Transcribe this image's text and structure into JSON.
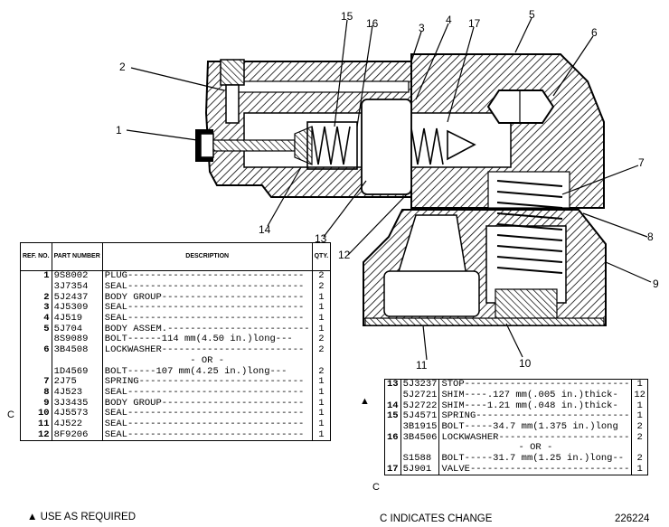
{
  "callouts": [
    "1",
    "2",
    "3",
    "4",
    "5",
    "6",
    "7",
    "8",
    "9",
    "10",
    "11",
    "12",
    "13",
    "14",
    "15",
    "16",
    "17"
  ],
  "left_table": {
    "headers": {
      "ref": "REF. NO.",
      "part": "PART NUMBER",
      "desc": "DESCRIPTION",
      "qty": "QTY."
    },
    "rows": [
      {
        "ref": "1",
        "part": "9S8002",
        "desc": "PLUG-------------------------------",
        "qty": "2"
      },
      {
        "ref": "",
        "part": "3J7354",
        "desc": "SEAL-------------------------------",
        "qty": "2"
      },
      {
        "ref": "2",
        "part": "5J2437",
        "desc": "BODY GROUP-------------------------",
        "qty": "1"
      },
      {
        "ref": "3",
        "part": "4J5309",
        "desc": "SEAL-------------------------------",
        "qty": "1"
      },
      {
        "ref": "4",
        "part": "4J519",
        "desc": "SEAL-------------------------------",
        "qty": "1"
      },
      {
        "ref": "5",
        "part": "5J704",
        "desc": "BODY ASSEM.-------------------------",
        "qty": "1"
      },
      {
        "ref": "",
        "part": "8S9089",
        "desc": "BOLT------114 mm(4.50 in.)long---",
        "qty": "2"
      },
      {
        "ref": "6",
        "part": "3B4508",
        "desc": "LOCKWASHER-------------------------",
        "qty": "2"
      },
      {
        "ref": "",
        "part": "",
        "desc": "- OR -",
        "qty": ""
      },
      {
        "ref": "",
        "part": "1D4569",
        "desc": "BOLT-----107 mm(4.25 in.)long---",
        "qty": "2"
      },
      {
        "ref": "7",
        "part": "2J75",
        "desc": "SPRING-----------------------------",
        "qty": "1"
      },
      {
        "ref": "8",
        "part": "4J523",
        "desc": "SEAL-------------------------------",
        "qty": "1"
      },
      {
        "ref": "9",
        "part": "3J3435",
        "desc": "BODY GROUP-------------------------",
        "qty": "1"
      },
      {
        "ref": "10",
        "part": "4J5573",
        "desc": "SEAL-------------------------------",
        "qty": "1"
      },
      {
        "ref": "11",
        "part": "4J522",
        "desc": "SEAL-------------------------------",
        "qty": "1"
      },
      {
        "ref": "12",
        "part": "8F9206",
        "desc": "SEAL-------------------------------",
        "qty": "1"
      }
    ],
    "change_marker": "C"
  },
  "right_table": {
    "rows": [
      {
        "ref": "13",
        "part": "5J3237",
        "desc": "STOP-----------------------------",
        "qty": "1"
      },
      {
        "ref": "",
        "part": "5J2721",
        "desc": "SHIM----.127 mm(.005 in.)thick-",
        "qty": "12"
      },
      {
        "ref": "14",
        "part": "5J2722",
        "desc": "SHIM----1.21 mm(.048 in.)thick-",
        "qty": "1"
      },
      {
        "ref": "15",
        "part": "5J4571",
        "desc": "SPRING---------------------------",
        "qty": "1"
      },
      {
        "ref": "",
        "part": "3B1915",
        "desc": "BOLT-----34.7 mm(1.375 in.)long",
        "qty": "2"
      },
      {
        "ref": "16",
        "part": "3B4506",
        "desc": "LOCKWASHER-----------------------",
        "qty": "2"
      },
      {
        "ref": "",
        "part": "",
        "desc": "- OR -",
        "qty": ""
      },
      {
        "ref": "",
        "part": "S1588",
        "desc": "BOLT-----31.7 mm(1.25 in.)long--",
        "qty": "2"
      },
      {
        "ref": "17",
        "part": "5J901",
        "desc": "VALVE----------------------------",
        "qty": "1"
      }
    ],
    "triangle_marker": "▲",
    "change_marker": "C"
  },
  "footer": {
    "use_as_required": "▲ USE AS REQUIRED",
    "indicates_change": "C INDICATES CHANGE",
    "drawing_number": "226224"
  }
}
